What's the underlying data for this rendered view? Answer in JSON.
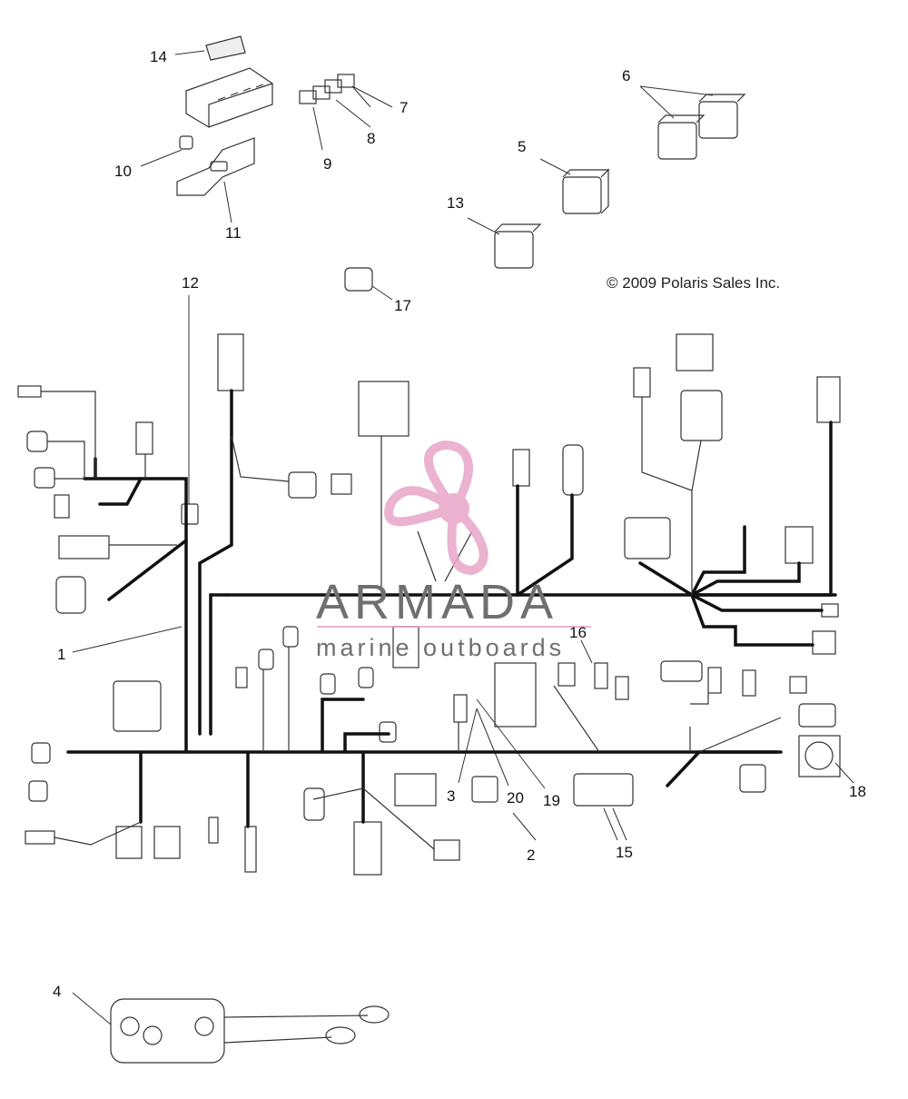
{
  "copyright": "© 2009 Polaris Sales Inc.",
  "watermark": {
    "name": "ARMADA",
    "tagline": "marine outboards",
    "accent_color": "#e8a6c8",
    "text_color": "#6f6f6f"
  },
  "callouts": {
    "c1": "1",
    "c2": "2",
    "c3": "3",
    "c4": "4",
    "c5": "5",
    "c6": "6",
    "c7": "7",
    "c8": "8",
    "c9": "9",
    "c10": "10",
    "c11": "11",
    "c12": "12",
    "c13": "13",
    "c14": "14",
    "c15": "15",
    "c16": "16",
    "c17": "17",
    "c18": "18",
    "c19": "19",
    "c20": "20"
  },
  "line_color": "#111111"
}
